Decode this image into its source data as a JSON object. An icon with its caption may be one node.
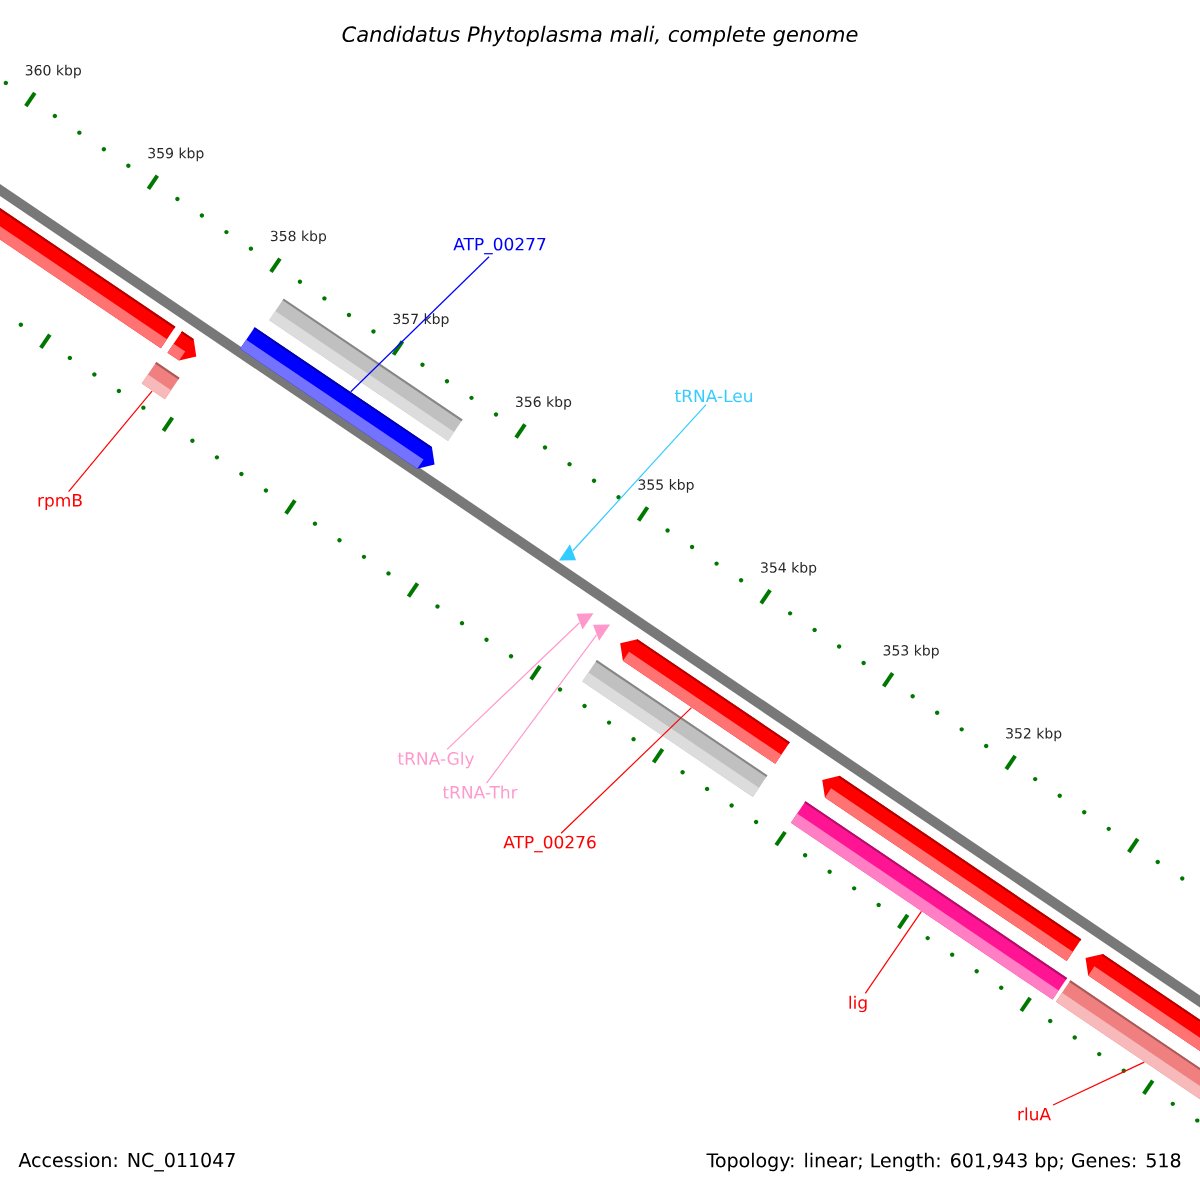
{
  "diagram": {
    "title": "Candidatus Phytoplasma mali, complete genome",
    "nodes": [
      {
        "text": [
          "ATP_00277"
        ]
      },
      {
        "text": [],
        "shape": "bar"
      },
      {
        "text": [
          "tRNA-Leu"
        ]
      },
      {
        "text": [],
        "shape": "triangle"
      },
      {
        "text": [
          "rpmB"
        ]
      },
      {
        "text": [],
        "shape": "box"
      },
      {
        "text": [
          "tRNA-Gly"
        ]
      },
      {
        "text": [],
        "shape": "triangle"
      },
      {
        "text": [
          "tRNA-Thr"
        ]
      },
      {
        "text": [],
        "shape": "triangle"
      },
      {
        "text": [
          "ATP_00276"
        ]
      },
      {
        "text": [],
        "shape": "bar"
      },
      {
        "text": [
          "lig"
        ]
      },
      {
        "text": [],
        "shape": "bar"
      },
      {
        "text": [
          "rluA"
        ]
      },
      {
        "text": [],
        "shape": "bar"
      }
    ],
    "edges": [
      {
        "from": 0,
        "to": 1,
        "arrow": "none",
        "color": "#0000ff"
      },
      {
        "from": 2,
        "to": 3,
        "arrow": "none",
        "color": "#33ccff"
      },
      {
        "from": 4,
        "to": 5,
        "arrow": "none"
      },
      {
        "from": 6,
        "to": 7,
        "arrow": "none",
        "color": "#ff99cc"
      },
      {
        "from": 8,
        "to": 9,
        "arrow": "none",
        "color": "#ff99cc"
      },
      {
        "from": 10,
        "to": 11,
        "arrow": "none"
      },
      {
        "from": 12,
        "to": 13,
        "arrow": "none"
      },
      {
        "from": 14,
        "to": 15,
        "arrow": "none"
      }
    ],
    "labels": [
      "360 kbp",
      "359 kbp",
      "358 kbp",
      "357 kbp",
      "356 kbp",
      "355 kbp",
      "354 kbp",
      "353 kbp",
      "352 kbp",
      "Accession: NC_011047",
      "Topology: linear; Length: 601,943 bp; Genes: 518"
    ]
  }
}
